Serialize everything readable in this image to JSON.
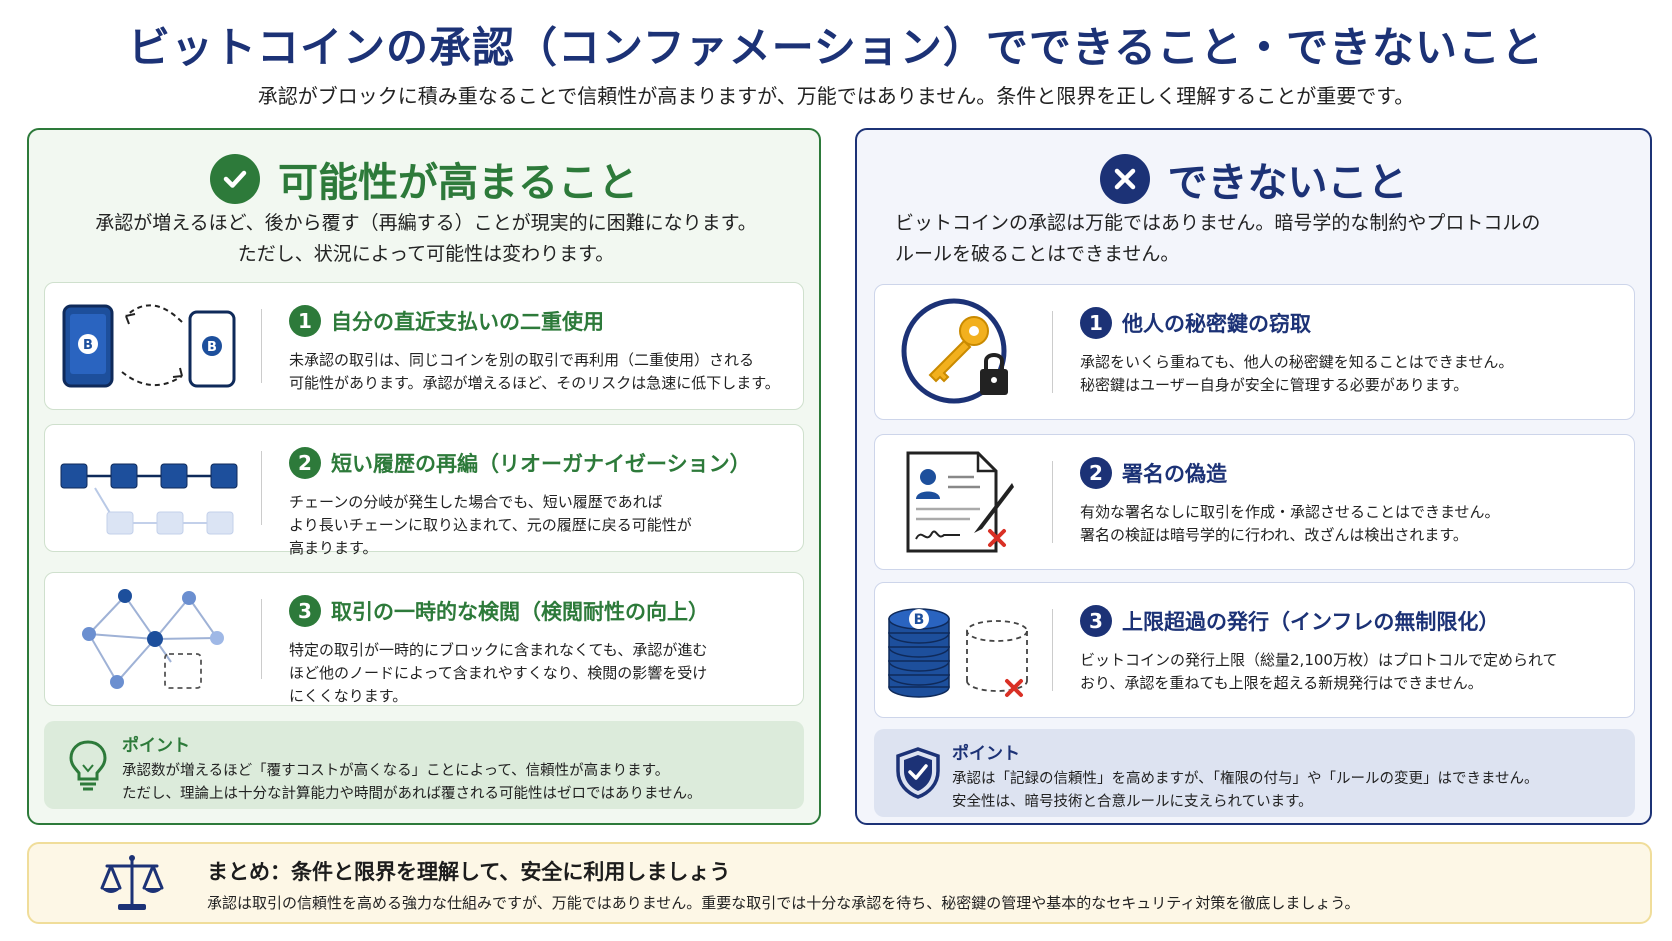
{
  "header": {
    "title": "ビットコインの承認（コンファメーション）でできること・できないこと",
    "subtitle": "承認がブロックに積み重なることで信頼性が高まりますが、万能ではありません。条件と限界を正しく理解することが重要です。"
  },
  "can_panel": {
    "title": "可能性が高まること",
    "icon": "check-circle-icon",
    "desc_line1": "承認が増えるほど、後から覆す（再編する）ことが現実的に困難になります。",
    "desc_line2": "ただし、状況によって可能性は変わります。",
    "items": [
      {
        "number": "1",
        "title": "自分の直近支払いの二重使用",
        "icon": "phone-transfer-icon",
        "text_line1": "未承認の取引は、同じコインを別の取引で再利用（二重使用）される",
        "text_line2": "可能性があります。承認が増えるほど、そのリスクは急速に低下します。"
      },
      {
        "number": "2",
        "title": "短い履歴の再編（リオーガナイゼーション）",
        "icon": "blockchain-fork-icon",
        "text_line1": "チェーンの分岐が発生した場合でも、短い履歴であれば",
        "text_line2": "より長いチェーンに取り込まれて、元の履歴に戻る可能性が",
        "text_line3": "高まります。"
      },
      {
        "number": "3",
        "title": "取引の一時的な検閲（検閲耐性の向上）",
        "icon": "network-nodes-icon",
        "text_line1": "特定の取引が一時的にブロックに含まれなくても、承認が進む",
        "text_line2": "ほど他のノードによって含まれやすくなり、検閲の影響を受け",
        "text_line3": "にくくなります。"
      }
    ],
    "point": {
      "label": "ポイント",
      "icon": "lightbulb-icon",
      "text_line1": "承認数が増えるほど「覆すコストが高くなる」ことによって、信頼性が高まります。",
      "text_line2": "ただし、理論上は十分な計算能力や時間があれば覆される可能性はゼロではありません。"
    }
  },
  "cannot_panel": {
    "title": "できないこと",
    "icon": "x-circle-icon",
    "desc_line1": "ビットコインの承認は万能ではありません。暗号学的な制約やプロトコルの",
    "desc_line2": "ルールを破ることはできません。",
    "items": [
      {
        "number": "1",
        "title": "他人の秘密鍵の窃取",
        "icon": "key-lock-icon",
        "text_line1": "承認をいくら重ねても、他人の秘密鍵を知ることはできません。",
        "text_line2": "秘密鍵はユーザー自身が安全に管理する必要があります。"
      },
      {
        "number": "2",
        "title": "署名の偽造",
        "icon": "signature-document-icon",
        "text_line1": "有効な署名なしに取引を作成・承認させることはできません。",
        "text_line2": "署名の検証は暗号学的に行われ、改ざんは検出されます。"
      },
      {
        "number": "3",
        "title": "上限超過の発行（インフレの無制限化）",
        "icon": "coin-stack-icon",
        "text_line1": "ビットコインの発行上限（総量2,100万枚）はプロトコルで定められて",
        "text_line2": "おり、承認を重ねても上限を超える新規発行はできません。"
      }
    ],
    "point": {
      "label": "ポイント",
      "icon": "shield-check-icon",
      "text_line1": "承認は「記録の信頼性」を高めますが、「権限の付与」や「ルールの変更」はできません。",
      "text_line2": "安全性は、暗号技術と合意ルールに支えられています。"
    }
  },
  "summary": {
    "icon": "scales-icon",
    "title": "まとめ：条件と限界を理解して、安全に利用しましょう",
    "text": "承認は取引の信頼性を高める強力な仕組みですが、万能ではありません。重要な取引では十分な承認を待ち、秘密鍵の管理や基本的なセキュリティ対策を徹底しましょう。"
  },
  "colors": {
    "title_navy": "#1c3276",
    "green": "#2d7a3a",
    "navy": "#1c3276",
    "bitcoin_blue": "#1d4f9c",
    "key_gold": "#f2b01e",
    "red_x": "#d93025"
  },
  "icon_labels": {
    "bitcoin_symbol": "B"
  }
}
